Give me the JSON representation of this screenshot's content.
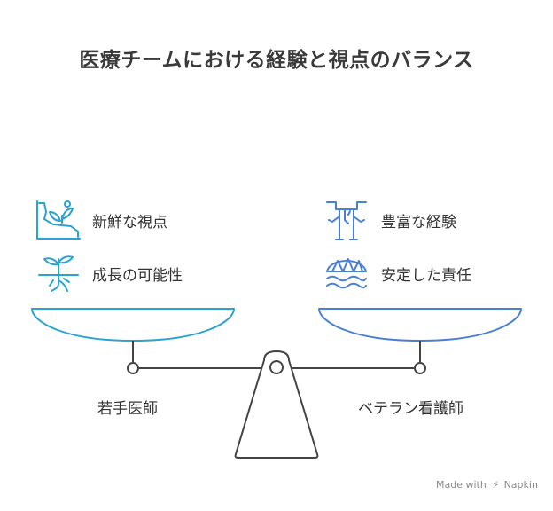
{
  "title": "医療チームにおける経験と視点のバランス",
  "left": {
    "items": [
      {
        "label": "新鮮な視点",
        "icon": "leaf-cliff-icon"
      },
      {
        "label": "成長の可能性",
        "icon": "sprout-roots-icon"
      }
    ],
    "side_label": "若手医師",
    "color": "#2aa3cf"
  },
  "right": {
    "items": [
      {
        "label": "豊富な経験",
        "icon": "pillar-tree-icon"
      },
      {
        "label": "安定した責任",
        "icon": "bridge-waves-icon"
      }
    ],
    "side_label": "ベテラン看護師",
    "color": "#4a7fd6"
  },
  "footer": {
    "made_with": "Made with",
    "brand": "Napkin"
  }
}
